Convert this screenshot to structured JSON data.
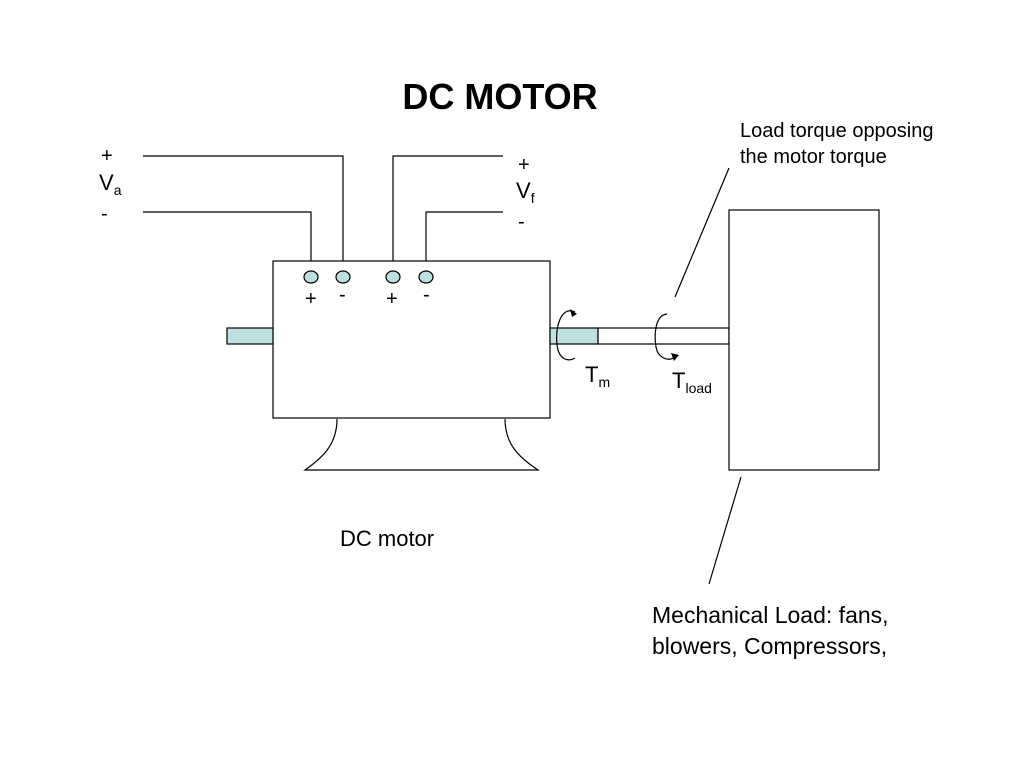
{
  "title": "DC MOTOR",
  "armature": {
    "plus": "+",
    "symbol": "V",
    "subscript": "a",
    "minus": "-"
  },
  "field": {
    "plus": "+",
    "symbol": "V",
    "subscript": "f",
    "minus": "-"
  },
  "terminals": [
    "+",
    "-",
    "+",
    "-"
  ],
  "motor_torque": {
    "symbol": "T",
    "subscript": "m"
  },
  "load_torque": {
    "symbol": "T",
    "subscript": "load"
  },
  "motor_caption": "DC motor",
  "load_torque_note": [
    "Load torque opposing",
    "the motor torque"
  ],
  "mechanical_load_note": [
    "Mechanical Load: fans,",
    "blowers,  Compressors,"
  ],
  "colors": {
    "shaft": "#bfe0e2",
    "line": "#000000",
    "background": "#ffffff"
  }
}
